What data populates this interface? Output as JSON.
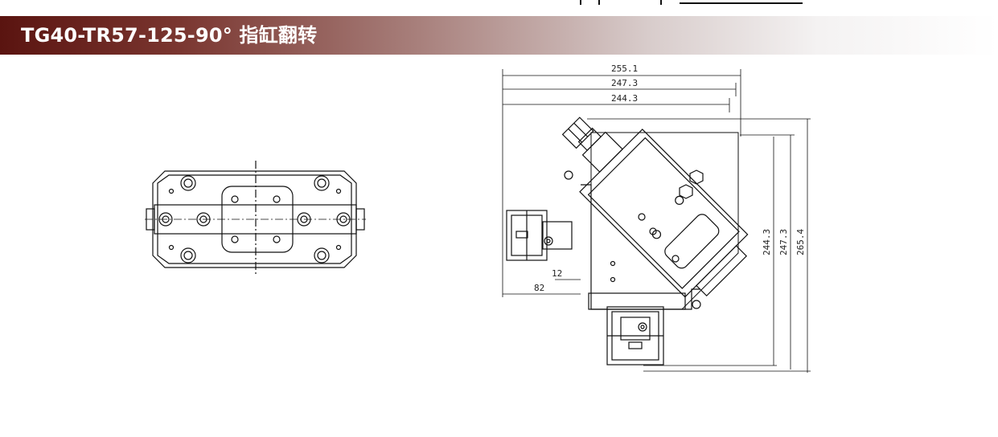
{
  "header": {
    "title": "TG40-TR57-125-90° 指缸翻转",
    "accent_color": "#5a1410"
  },
  "drawing": {
    "dimensions": {
      "overall_width": "255.1",
      "body_width": "247.3",
      "base_width": "244.3",
      "offset_small": "12",
      "offset_left": "82",
      "height_a": "244.3",
      "height_b": "247.3",
      "height_c": "265.4"
    }
  }
}
